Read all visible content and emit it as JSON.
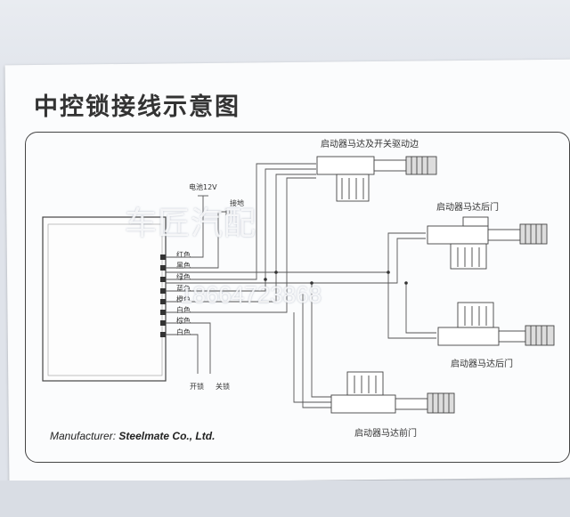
{
  "title": "中控锁接线示意图",
  "manufacturer": {
    "prefix": "Manufacturer:",
    "company": "Steelmate Co., Ltd."
  },
  "watermark": {
    "name": "车匠汽配",
    "phone": "18664723868"
  },
  "labels": {
    "battery": "电池12V",
    "ground": "接地",
    "wire_colors": [
      "红色",
      "黑色",
      "绿色",
      "蓝色",
      "橙色",
      "白色",
      "棕色",
      "白色"
    ],
    "unlock": "开锁",
    "lock": "关锁",
    "driver_door": "启动器马达及开关驱动边",
    "rear_door_1": "启动器马达后门",
    "rear_door_2": "启动器马达后门",
    "front_door": "启动器马达前门"
  }
}
